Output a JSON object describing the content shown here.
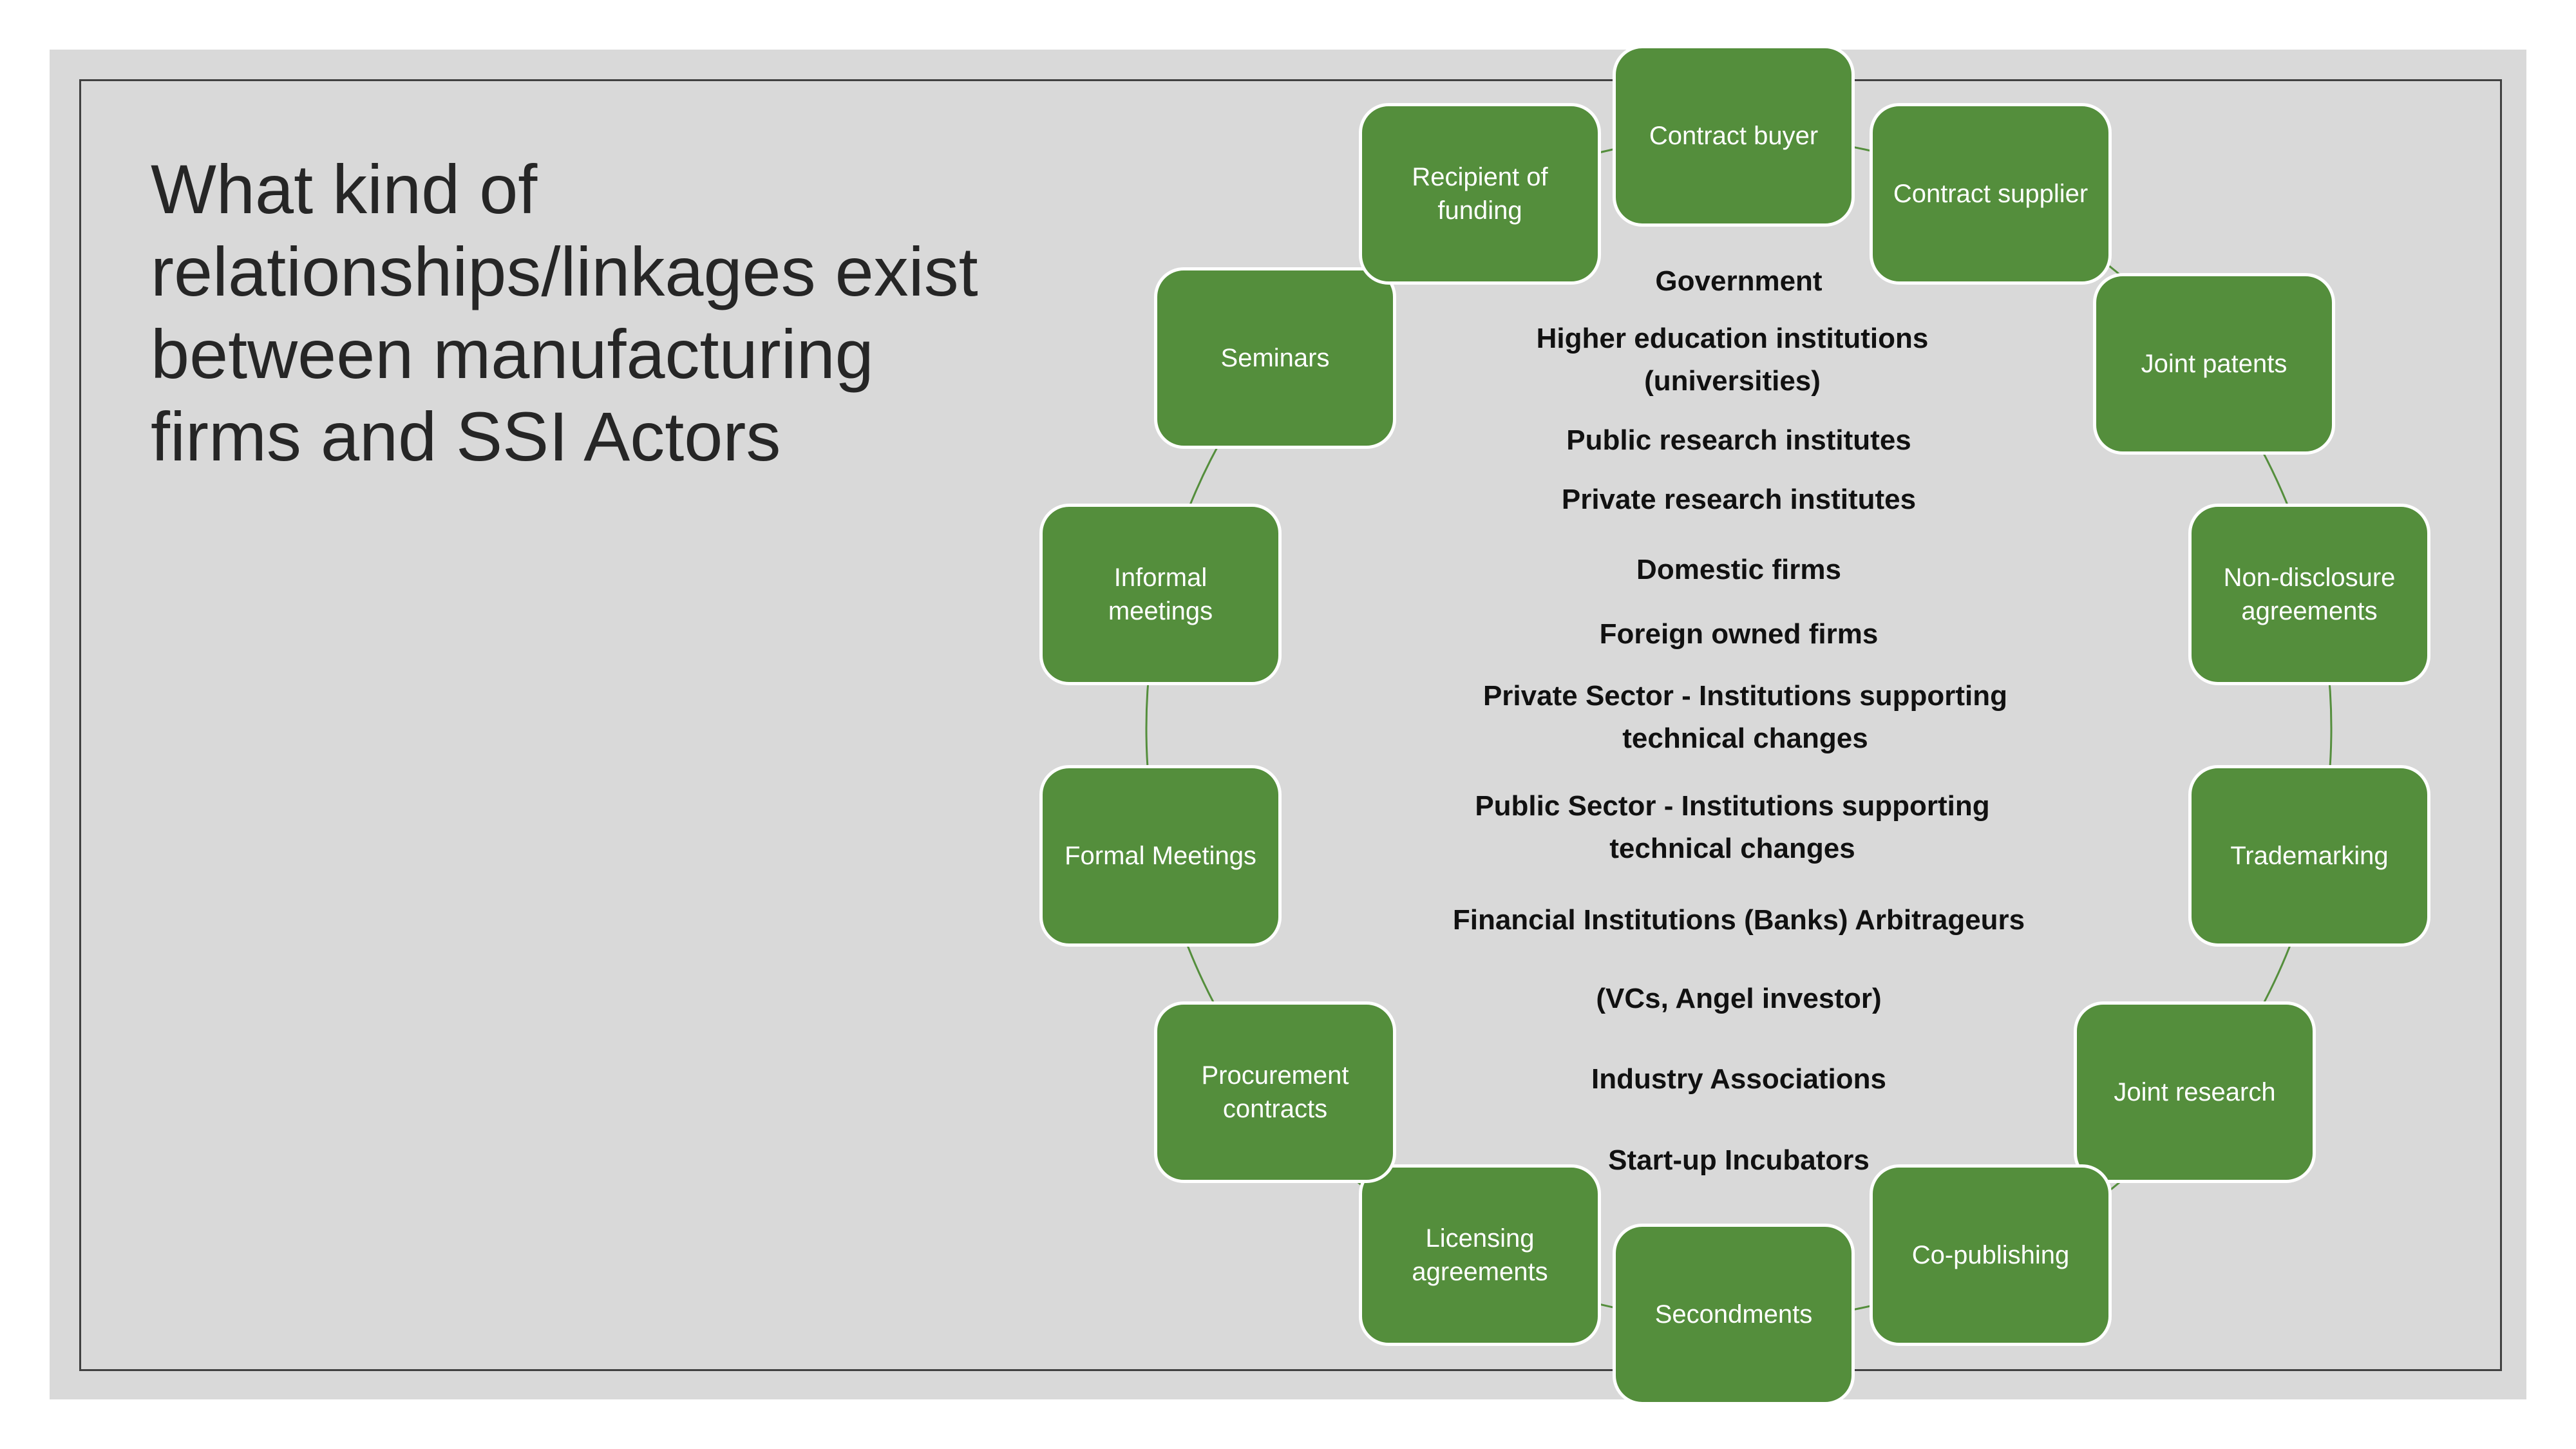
{
  "title": "What kind of relationships/linkages exist between manufacturing firms  and SSI Actors",
  "colors": {
    "node_fill": "#548e3c",
    "node_border": "#ffffff",
    "slide_bg": "#d9d9d9",
    "connector": "#548e3c"
  },
  "nodes": [
    "Contract buyer",
    "Contract supplier",
    "Joint patents",
    "Non-disclosure agreements",
    "Trademarking",
    "Joint research",
    "Co-publishing",
    "Secondments",
    "Licensing agreements",
    "Procurement contracts",
    "Formal Meetings",
    "Informal meetings",
    "Seminars",
    "Recipient of funding"
  ],
  "actors": [
    "Government",
    "Higher education institutions (universities)",
    "Public research institutes",
    "Private research institutes",
    "Domestic firms",
    "Foreign owned firms",
    "Private Sector - Institutions  supporting technical changes",
    "Public Sector - Institutions  supporting technical changes",
    "Financial Institutions (Banks)  Arbitrageurs",
    "(VCs, Angel investor)",
    "Industry Associations",
    "Start-up Incubators"
  ]
}
